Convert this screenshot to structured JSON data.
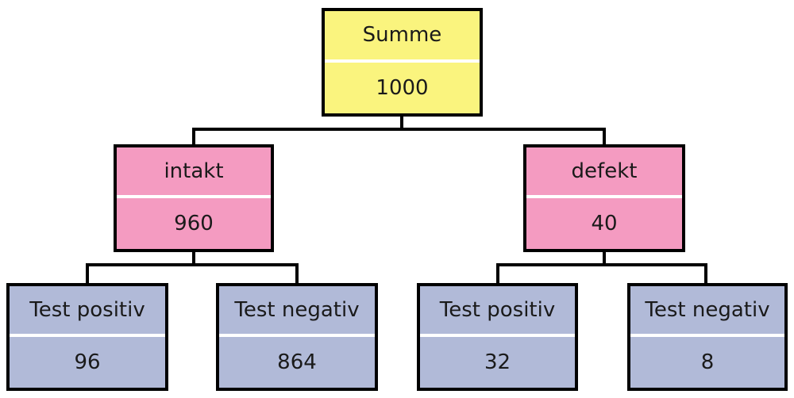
{
  "diagram": {
    "type": "frequency-tree",
    "root": {
      "label": "Summe",
      "value": "1000"
    },
    "branches": [
      {
        "label": "intakt",
        "value": "960"
      },
      {
        "label": "defekt",
        "value": "40"
      }
    ],
    "leaves": [
      {
        "label": "Test positiv",
        "value": "96",
        "parent": "intakt"
      },
      {
        "label": "Test negativ",
        "value": "864",
        "parent": "intakt"
      },
      {
        "label": "Test positiv",
        "value": "32",
        "parent": "defekt"
      },
      {
        "label": "Test negativ",
        "value": "8",
        "parent": "defekt"
      }
    ],
    "colors": {
      "root_fill": "#FAF47E",
      "branch_fill": "#F49BC1",
      "leaf_fill": "#B1BAD8",
      "border": "#000000",
      "divider": "#FFFFFF",
      "connector": "#000000",
      "background": "#FFFFFF"
    }
  }
}
